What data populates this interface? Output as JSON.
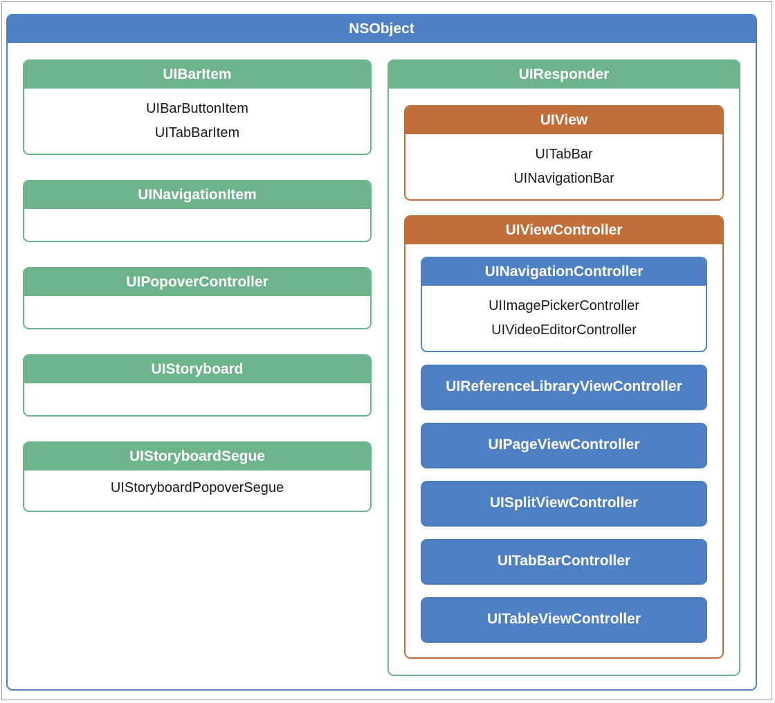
{
  "root": {
    "title": "NSObject"
  },
  "left": [
    {
      "title": "UIBarItem",
      "items": [
        "UIBarButtonItem",
        "UITabBarItem"
      ]
    },
    {
      "title": "UINavigationItem",
      "items": []
    },
    {
      "title": "UIPopoverController",
      "items": []
    },
    {
      "title": "UIStoryboard",
      "items": []
    },
    {
      "title": "UIStoryboardSegue",
      "items": [
        "UIStoryboardPopoverSegue"
      ]
    }
  ],
  "responder": {
    "title": "UIResponder",
    "view": {
      "title": "UIView",
      "items": [
        "UITabBar",
        "UINavigationBar"
      ]
    },
    "view_controller": {
      "title": "UIViewController",
      "navigation_controller": {
        "title": "UINavigationController",
        "items": [
          "UIImagePickerController",
          "UIVideoEditorController"
        ]
      },
      "others": [
        "UIReferenceLibraryViewController",
        "UIPageViewController",
        "UISplitViewController",
        "UITabBarController",
        "UITableViewController"
      ]
    }
  },
  "colors": {
    "nsobject": "#4e80c3",
    "green": "#6db38c",
    "orange": "#c16e3a",
    "blue": "#4e80c3"
  }
}
